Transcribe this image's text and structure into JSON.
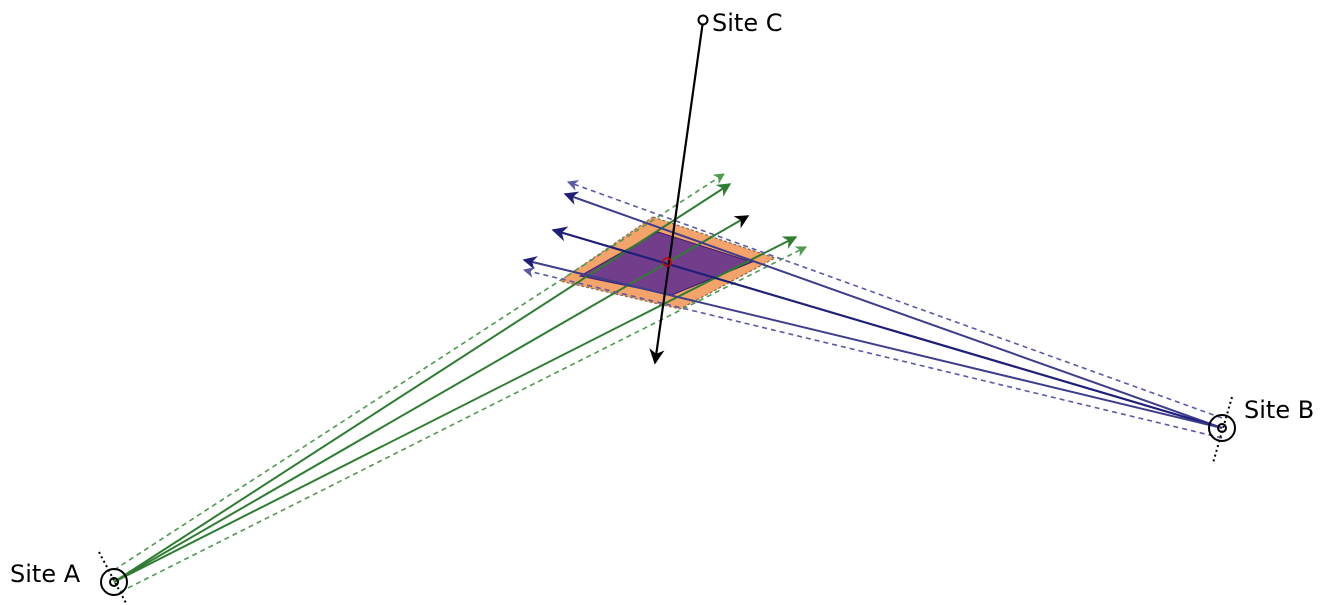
{
  "sites": {
    "a": {
      "label": "Site A"
    },
    "b": {
      "label": "Site B"
    },
    "c": {
      "label": "Site C"
    }
  },
  "colors": {
    "site_a_beams": "#2e7d32",
    "site_b_beams": "#1f1f7a",
    "site_c_beam": "#000000",
    "outer_region_fill": "#f4a46a",
    "inner_region_fill": "#5b2d91",
    "center_point": "#cc0000"
  }
}
